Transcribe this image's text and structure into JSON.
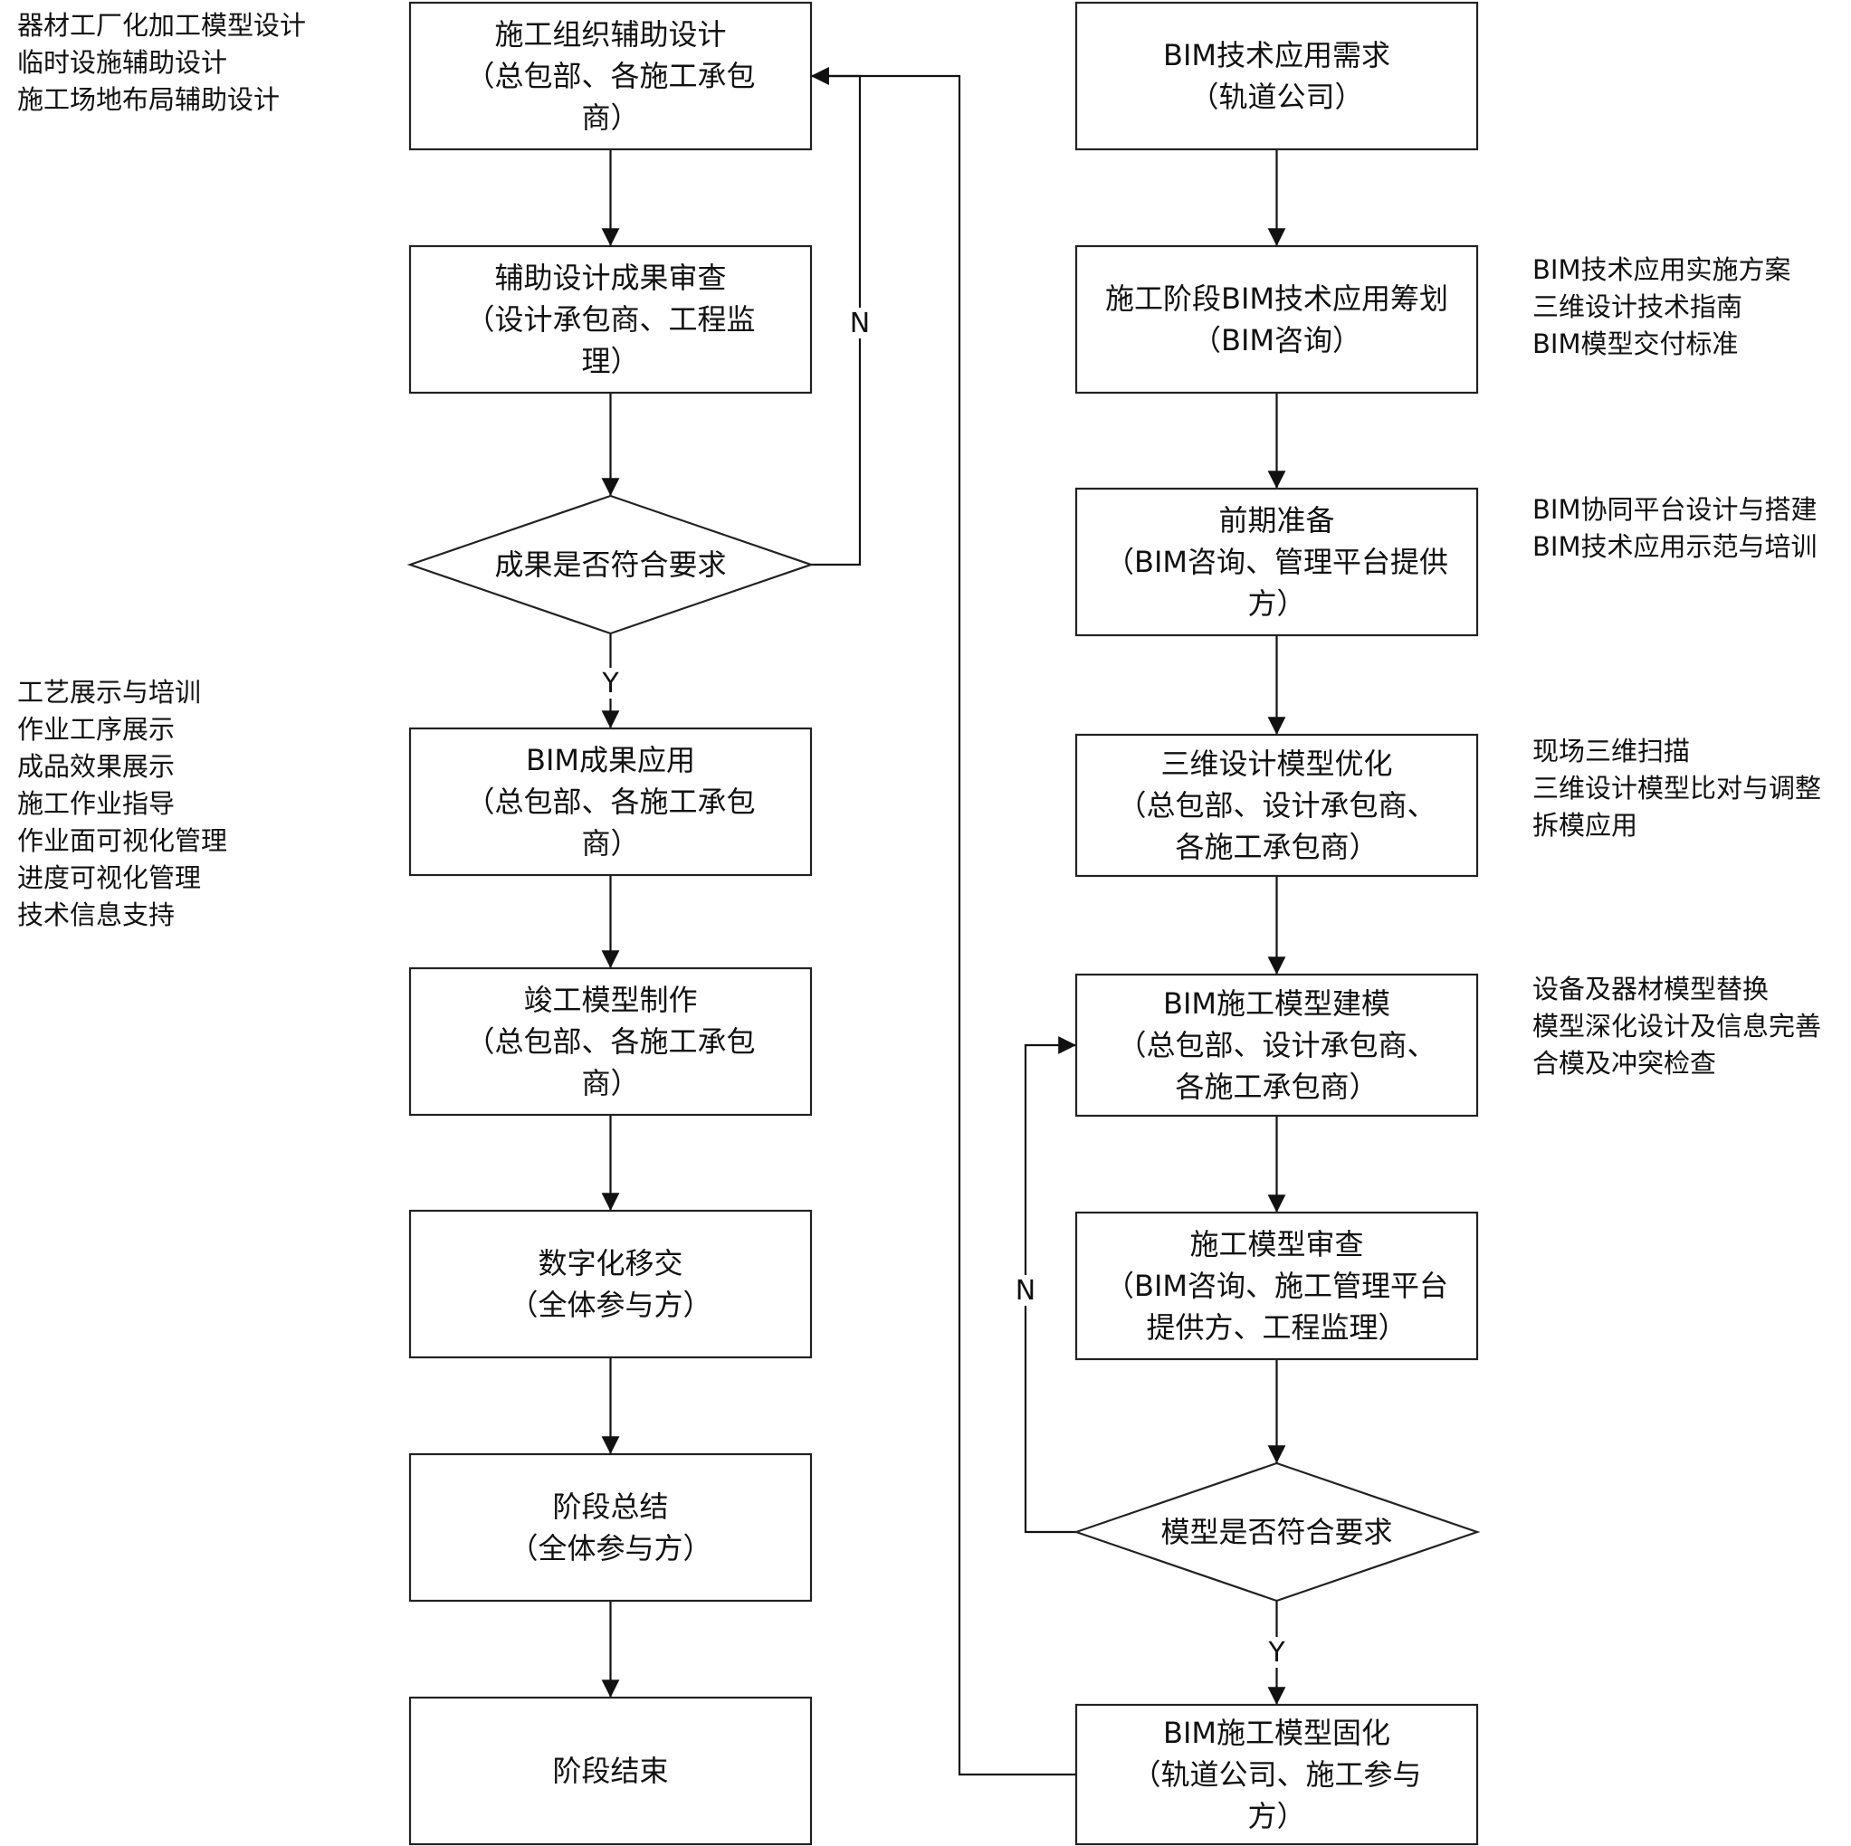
{
  "nodes": [
    {
      "id": "L1",
      "lines": [
        "施工组织辅助设计",
        "（总包部、各施工承包",
        "商）"
      ]
    },
    {
      "id": "L2",
      "lines": [
        "辅助设计成果审查",
        "（设计承包商、工程监",
        "理）"
      ]
    },
    {
      "id": "L3",
      "lines": [
        "成果是否符合要求"
      ]
    },
    {
      "id": "L4",
      "lines": [
        "BIM成果应用",
        "（总包部、各施工承包",
        "商）"
      ]
    },
    {
      "id": "L5",
      "lines": [
        "竣工模型制作",
        "（总包部、各施工承包",
        "商）"
      ]
    },
    {
      "id": "L6",
      "lines": [
        "数字化移交",
        "（全体参与方）"
      ]
    },
    {
      "id": "L7",
      "lines": [
        "阶段总结",
        "（全体参与方）"
      ]
    },
    {
      "id": "L8",
      "lines": [
        "阶段结束"
      ]
    },
    {
      "id": "R1",
      "lines": [
        "BIM技术应用需求",
        "（轨道公司）"
      ]
    },
    {
      "id": "R2",
      "lines": [
        "施工阶段BIM技术应用筹划",
        "（BIM咨询）"
      ]
    },
    {
      "id": "R3",
      "lines": [
        "前期准备",
        "（BIM咨询、管理平台提供",
        "方）"
      ]
    },
    {
      "id": "R4",
      "lines": [
        "三维设计模型优化",
        "（总包部、设计承包商、",
        "各施工承包商）"
      ]
    },
    {
      "id": "R5",
      "lines": [
        "BIM施工模型建模",
        "（总包部、设计承包商、",
        "各施工承包商）"
      ]
    },
    {
      "id": "R6",
      "lines": [
        "施工模型审查",
        "（BIM咨询、施工管理平台",
        "提供方、工程监理）"
      ]
    },
    {
      "id": "R7",
      "lines": [
        "模型是否符合要求"
      ]
    },
    {
      "id": "R8",
      "lines": [
        "BIM施工模型固化",
        "（轨道公司、施工参与",
        "方）"
      ]
    }
  ],
  "edge_labels": {
    "left_no": "N",
    "left_yes": "Y",
    "right_no": "N",
    "right_yes": "Y"
  },
  "notes": {
    "design": [
      "器材工厂化加工模型设计",
      "临时设施辅助设计",
      "施工场地布局辅助设计"
    ],
    "application": [
      "工艺展示与培训",
      "作业工序展示",
      "成品效果展示",
      "施工作业指导",
      "作业面可视化管理",
      "进度可视化管理",
      "技术信息支持"
    ],
    "planning": [
      "BIM技术应用实施方案",
      "三维设计技术指南",
      "BIM模型交付标准"
    ],
    "preparation": [
      "BIM协同平台设计与搭建",
      "BIM技术应用示范与培训"
    ],
    "optimization": [
      "现场三维扫描",
      "三维设计模型比对与调整",
      "拆模应用"
    ],
    "modeling": [
      "设备及器材模型替换",
      "模型深化设计及信息完善",
      "合模及冲突检查"
    ]
  }
}
